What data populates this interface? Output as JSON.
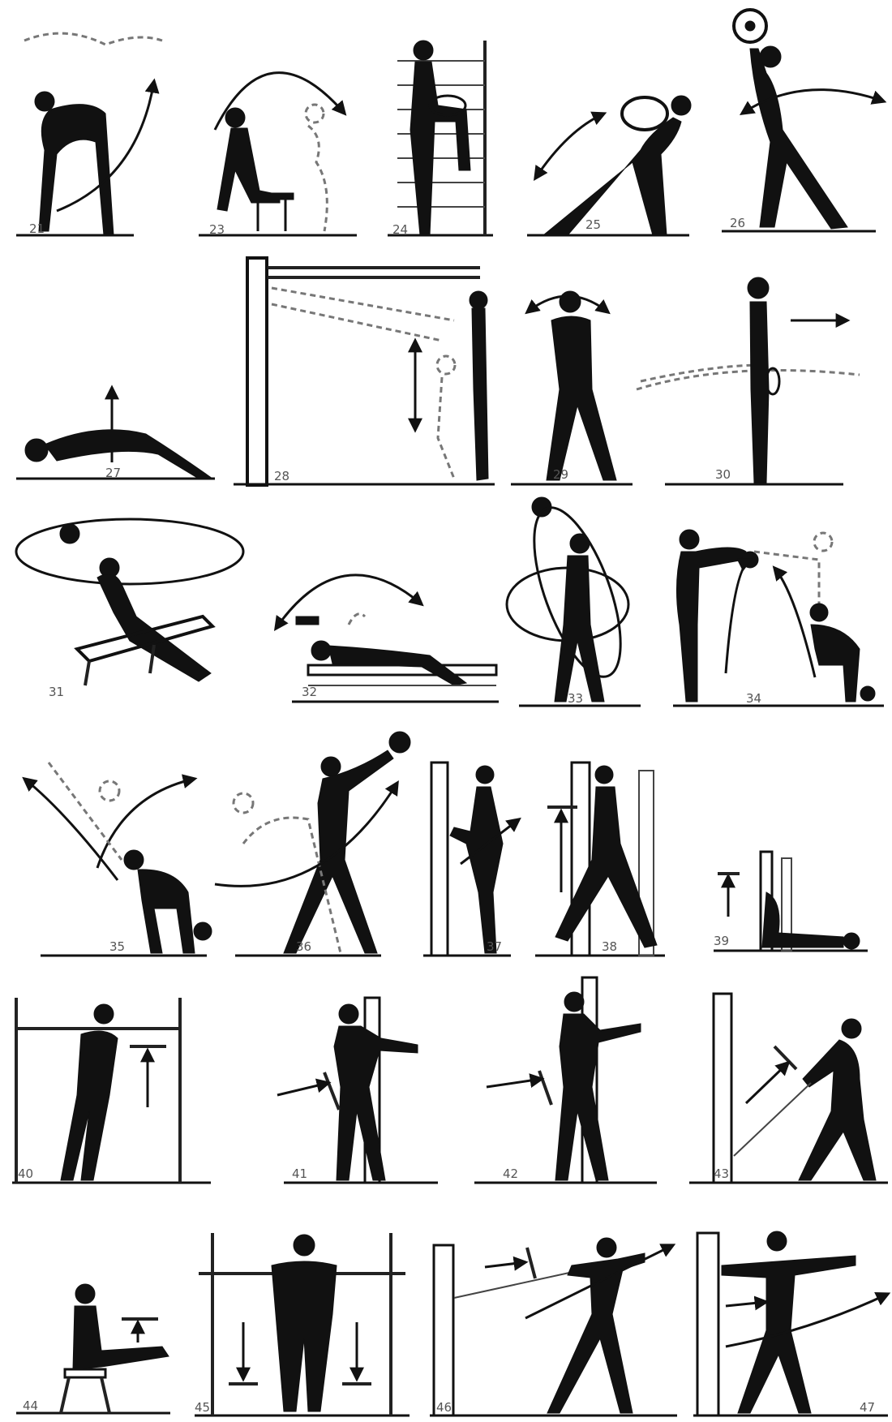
{
  "plate": {
    "figures": [
      {
        "number": "21"
      },
      {
        "number": "23"
      },
      {
        "number": "24"
      },
      {
        "number": "25"
      },
      {
        "number": "26"
      },
      {
        "number": "27"
      },
      {
        "number": "28"
      },
      {
        "number": "29"
      },
      {
        "number": "30"
      },
      {
        "number": "31"
      },
      {
        "number": "32"
      },
      {
        "number": "33"
      },
      {
        "number": "34"
      },
      {
        "number": "35"
      },
      {
        "number": "36"
      },
      {
        "number": "37"
      },
      {
        "number": "38"
      },
      {
        "number": "39"
      },
      {
        "number": "40"
      },
      {
        "number": "41"
      },
      {
        "number": "42"
      },
      {
        "number": "43"
      },
      {
        "number": "44"
      },
      {
        "number": "45"
      },
      {
        "number": "46"
      },
      {
        "number": "47"
      }
    ]
  },
  "colors": {
    "ink": "#111111",
    "ghost": "#777777",
    "paper": "#ffffff"
  },
  "icons": [
    "stick-figure",
    "dashed-ghost-figure",
    "motion-arrow",
    "wall-bars",
    "bench",
    "kettlebell",
    "barbell",
    "stool"
  ]
}
